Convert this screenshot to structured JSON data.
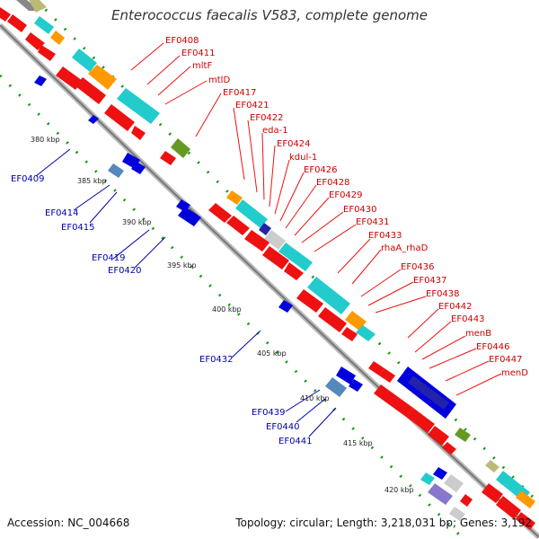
{
  "title": "Enterococcus faecalis V583, complete genome",
  "footer": {
    "accession": "Accession: NC_004668",
    "info": "Topology: circular; Length: 3,218,031 bp; Genes: 3,192"
  },
  "colors": {
    "backbone": "#999999",
    "tick": "#119911",
    "fwd_label": "#cc0000",
    "rev_label": "#0000aa",
    "gene_red": "#ee1111",
    "gene_cyan": "#22cccc",
    "gene_orange": "#ff9900",
    "gene_olive": "#669922",
    "gene_blue": "#0000dd",
    "gene_steel": "#5588bb",
    "gene_grey": "#cccccc",
    "gene_khaki": "#bbbb77",
    "gene_lavender": "#8877cc"
  },
  "scale_labels": [
    "380 kbp",
    "385 kbp",
    "390 kbp",
    "395 kbp",
    "400 kbp",
    "405 kbp",
    "410 kbp",
    "415 kbp",
    "420 kbp"
  ],
  "forward_genes": [
    "EF0408",
    "EF0411",
    "mltF",
    "mtlD",
    "EF0417",
    "EF0421",
    "EF0422",
    "eda-1",
    "EF0424",
    "kdul-1",
    "EF0426",
    "EF0428",
    "EF0429",
    "EF0430",
    "EF0431",
    "EF0433",
    "rhaA_rhaD",
    "EF0436",
    "EF0437",
    "EF0438",
    "EF0442",
    "EF0443",
    "menB",
    "EF0446",
    "EF0447",
    "menD"
  ],
  "reverse_genes": [
    "EF0409",
    "EF0414",
    "EF0415",
    "EF0419",
    "EF0420",
    "EF0432",
    "EF0439",
    "EF0440",
    "EF0441"
  ]
}
